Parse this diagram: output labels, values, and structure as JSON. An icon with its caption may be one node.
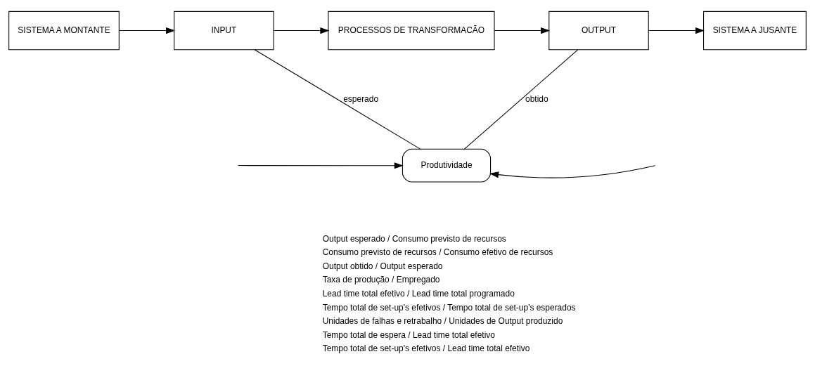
{
  "diagram": {
    "nodes": [
      {
        "text": [
          "SISTEMA A MONTANTE"
        ]
      },
      {
        "text": [
          "INPUT"
        ]
      },
      {
        "text": [
          "PROCESSOS DE TRANSFORMACÃO"
        ]
      },
      {
        "text": [
          "OUTPUT"
        ]
      },
      {
        "text": [
          "SISTEMA A JUSANTE"
        ]
      },
      {
        "text": [
          "Produtividade"
        ]
      }
    ],
    "edges": [
      {
        "from": 0,
        "to": 1,
        "arrow": "to"
      },
      {
        "from": 1,
        "to": 2,
        "arrow": "to"
      },
      {
        "from": 2,
        "to": 3,
        "arrow": "to"
      },
      {
        "from": 3,
        "to": 4,
        "arrow": "to"
      },
      {
        "from": 1,
        "to": 5,
        "arrow": "none",
        "label": "esperado"
      },
      {
        "from": 3,
        "to": 5,
        "arrow": "none",
        "label": "obtido"
      },
      {
        "from": null,
        "to": 5,
        "arrow": "to"
      },
      {
        "from": null,
        "to": 5,
        "arrow": "to"
      }
    ],
    "labels": [
      "Output esperado / Consumo previsto de recursos",
      "Consumo previsto de recursos / Consumo efetivo de recursos",
      "Output obtido / Output esperado",
      "Taxa de produção / Empregado",
      "Lead time total efetivo / Lead time total programado",
      "Tempo total de set-up's efetivos / Tempo total de set-up's esperados",
      "Unidades de falhas e retrabalho / Unidades de Output produzido",
      "Tempo total de espera / Lead time total efetivo",
      "Tempo total de set-up's efetivos / Lead time total efetivo"
    ]
  }
}
